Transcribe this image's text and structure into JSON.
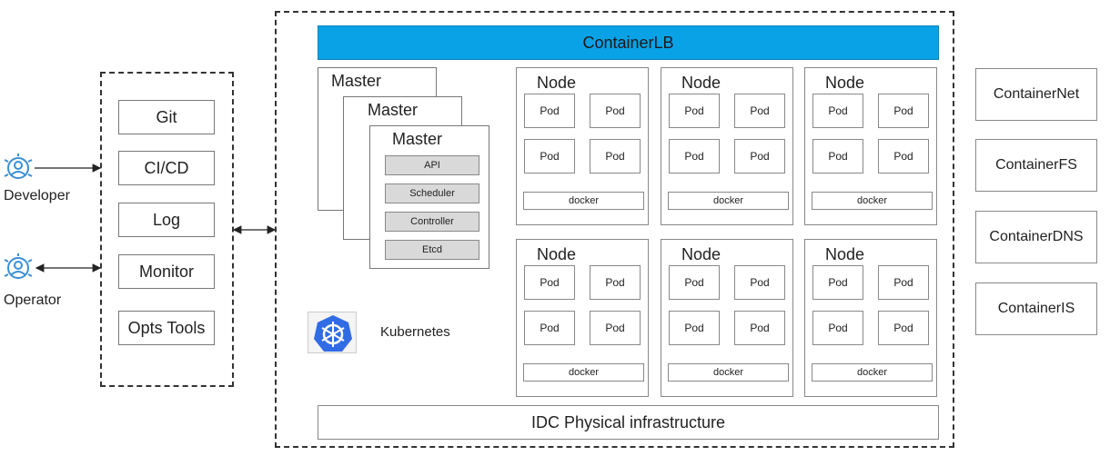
{
  "containerlb": {
    "label": "ContainerLB",
    "color": "#0aa2e6"
  },
  "tools": [
    "Git",
    "CI/CD",
    "Log",
    "Monitor",
    "Opts Tools"
  ],
  "people": {
    "developer": "Developer",
    "operator": "Operator",
    "icon_color": "#3a8fd6"
  },
  "master": {
    "title": "Master",
    "components": [
      "API",
      "Scheduler",
      "Controller",
      "Etcd"
    ]
  },
  "kubernetes": {
    "label": "Kubernetes",
    "logo_color": "#326ce5"
  },
  "node": {
    "title": "Node",
    "pod": "Pod",
    "docker": "docker"
  },
  "infra": {
    "label": "IDC Physical infrastructure"
  },
  "side_services": [
    "ContainerNet",
    "ContainerFS",
    "ContainerDNS",
    "ContainerIS"
  ]
}
